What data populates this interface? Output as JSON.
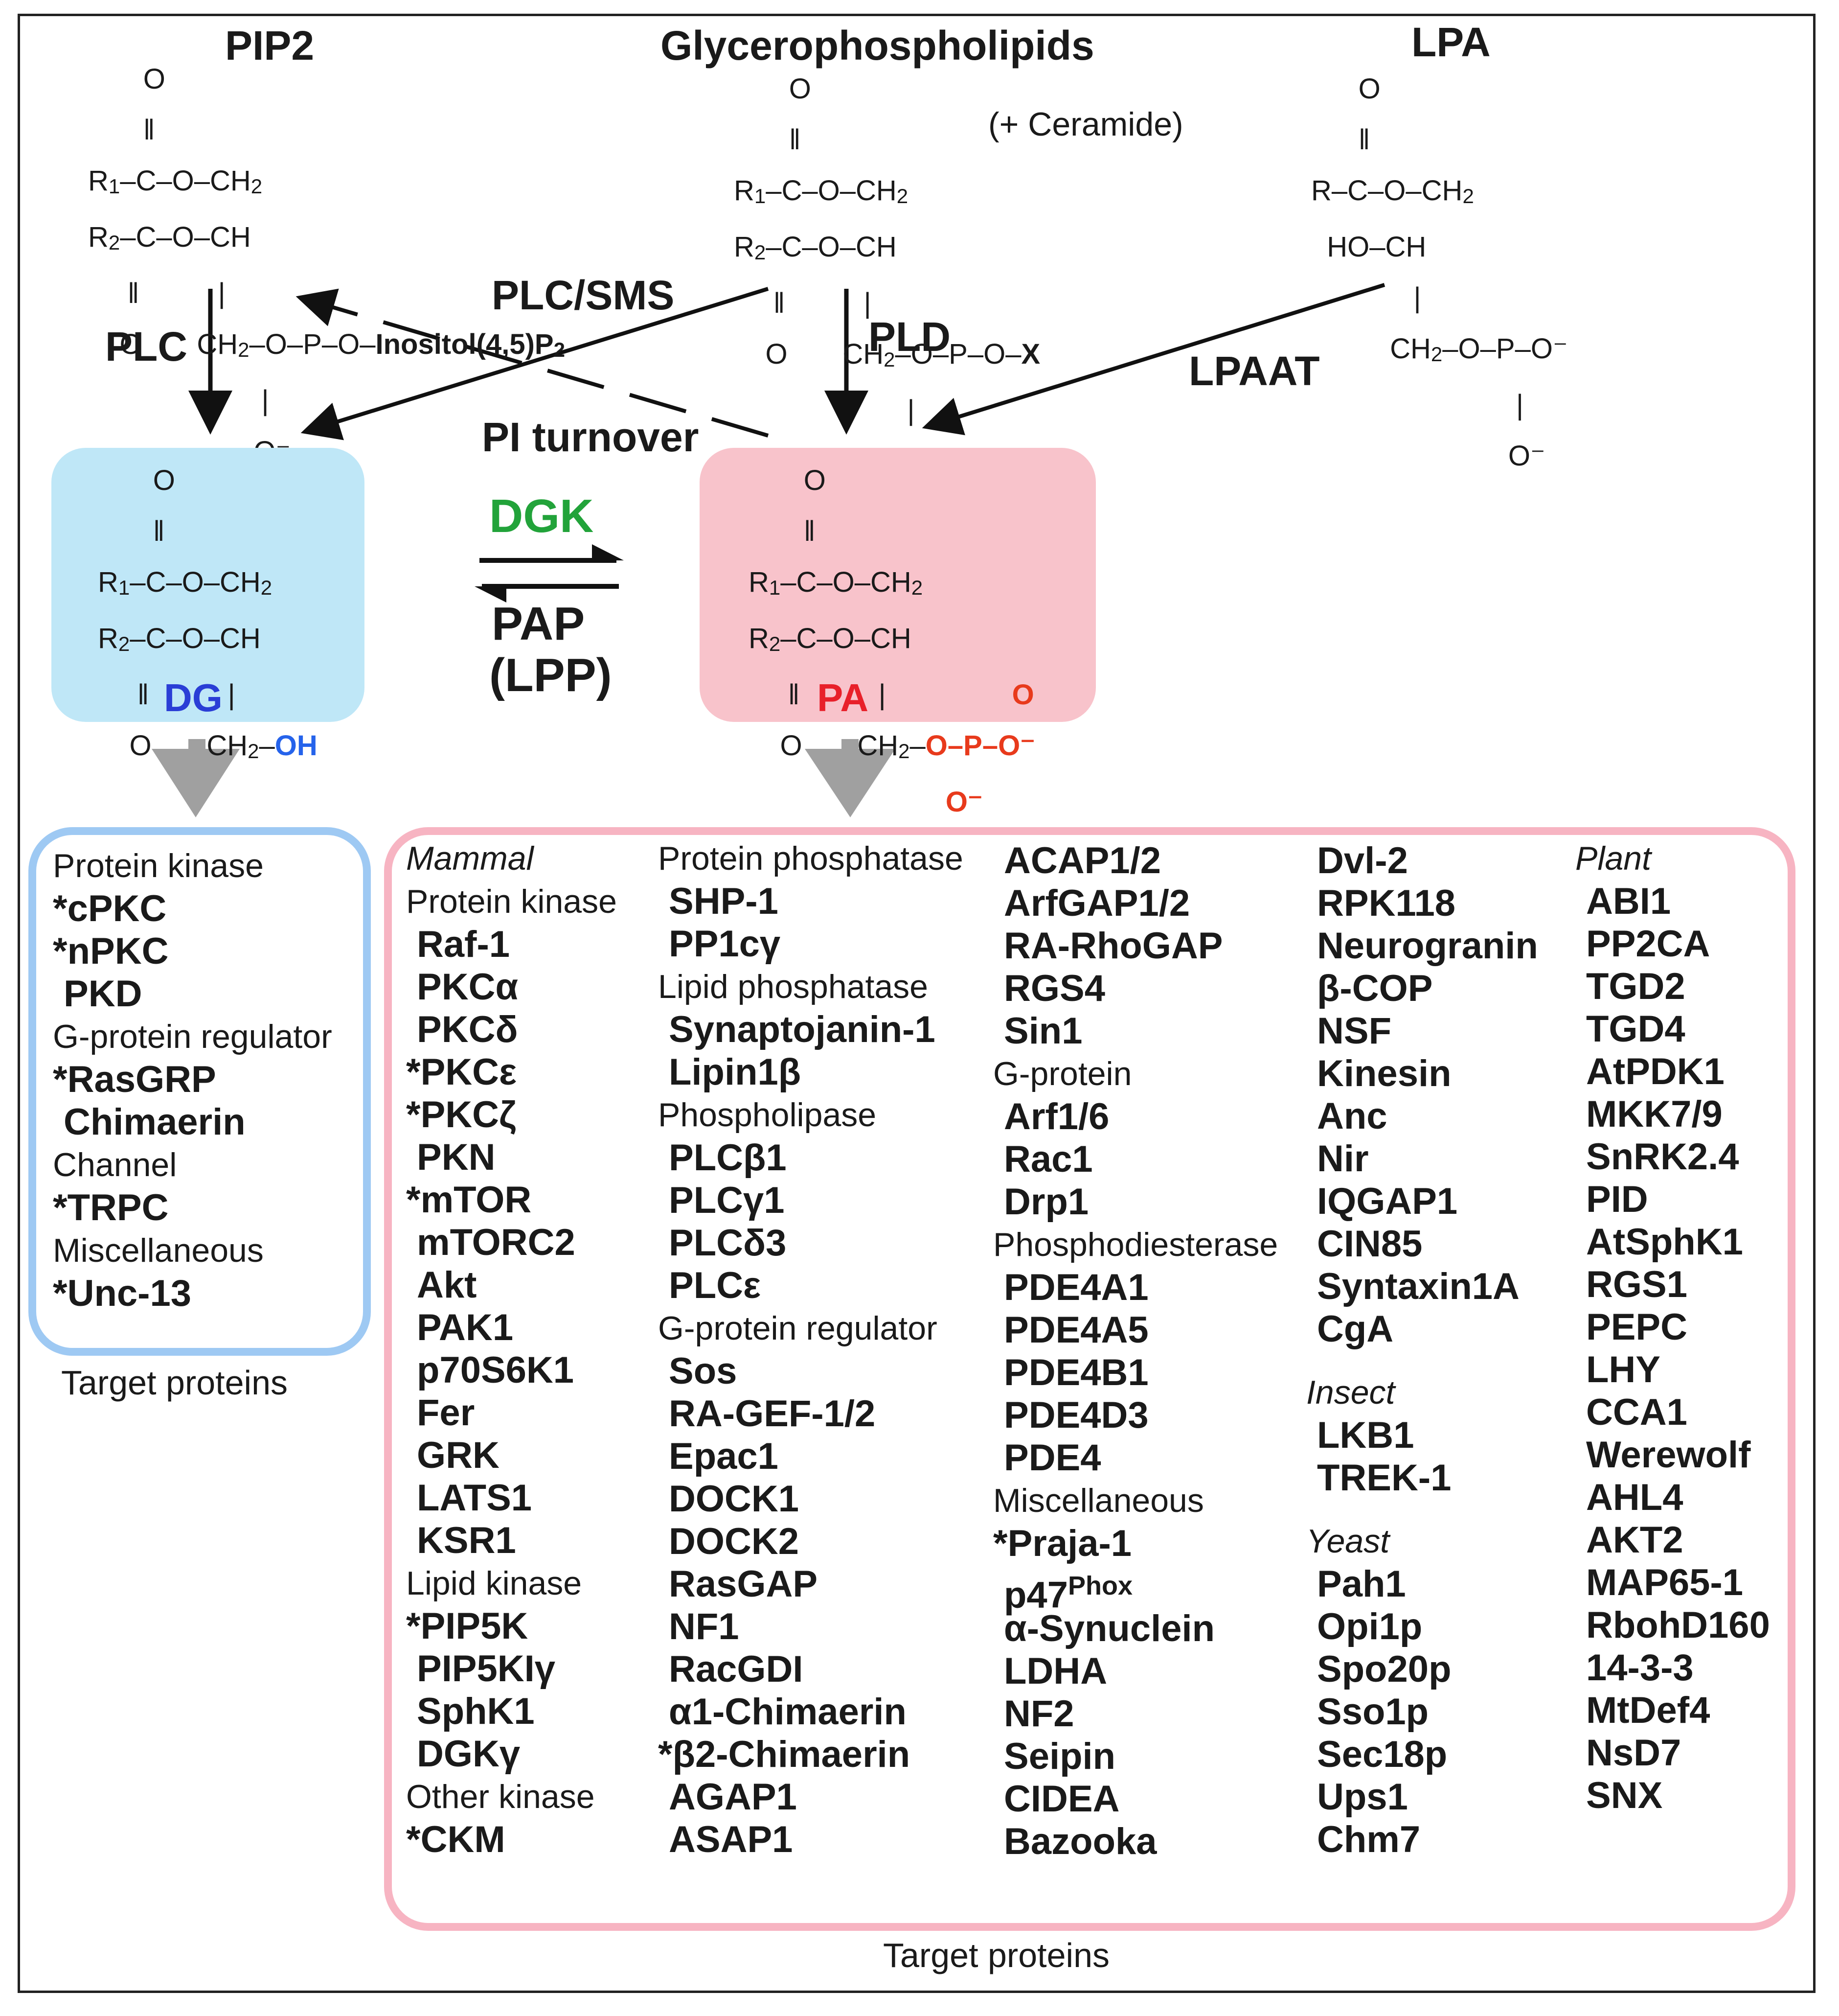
{
  "sources": {
    "pip2": {
      "title": "PIP2",
      "lines": [
        "        O",
        "        ‖",
        "R1–C–O–CH2",
        "R2–C–O–CH",
        "    ‖        |",
        "    O     CH2–O–P–O–Inositol(4,5)P2",
        "                          |",
        "                         O⁻"
      ]
    },
    "glycero": {
      "title": "Glycerophospholipids",
      "note": "(+ Ceramide)",
      "tail": "CH2–O–P–O–X"
    },
    "lpa": {
      "title": "LPA",
      "tail": "CH2–O–P–O⁻"
    }
  },
  "enzymes": {
    "plc": "PLC",
    "plc_sms": "PLC/SMS",
    "pld": "PLD",
    "lpaat": "LPAAT",
    "pi_turnover": "PI turnover",
    "dgk": "DGK",
    "pap": "PAP",
    "lpp": "(LPP)"
  },
  "products": {
    "dg": {
      "label": "DG",
      "head": "CH2–",
      "oh": "OH"
    },
    "pa": {
      "label": "PA",
      "head": "CH2–",
      "phosphate": "O–P–O⁻"
    }
  },
  "colors": {
    "dg_box": "#bfe7f7",
    "pa_box": "#f8c3cb",
    "dg_text": "#2a3ed6",
    "pa_text": "#e8202a",
    "dgk_text": "#22a33a",
    "oh_text": "#2563eb",
    "phosphate_text": "#e83a1c"
  },
  "dg_targets": {
    "caption": "Target proteins",
    "items": [
      {
        "t": "c",
        "v": "Protein kinase"
      },
      {
        "t": "s",
        "v": "*cPKC"
      },
      {
        "t": "s",
        "v": "*nPKC"
      },
      {
        "t": "p",
        "v": "PKD"
      },
      {
        "t": "c",
        "v": "G-protein regulator"
      },
      {
        "t": "s",
        "v": "*RasGRP"
      },
      {
        "t": "p",
        "v": "Chimaerin"
      },
      {
        "t": "c",
        "v": "Channel"
      },
      {
        "t": "s",
        "v": "*TRPC"
      },
      {
        "t": "c",
        "v": "Miscellaneous"
      },
      {
        "t": "s",
        "v": "*Unc-13"
      }
    ]
  },
  "pa_targets": {
    "caption": "Target proteins",
    "col1": [
      {
        "t": "ci",
        "v": "Mammal"
      },
      {
        "t": "c",
        "v": "Protein kinase"
      },
      {
        "t": "p",
        "v": "Raf-1"
      },
      {
        "t": "p",
        "v": "PKCα"
      },
      {
        "t": "p",
        "v": "PKCδ"
      },
      {
        "t": "s",
        "v": "*PKCε"
      },
      {
        "t": "s",
        "v": "*PKCζ"
      },
      {
        "t": "p",
        "v": "PKN"
      },
      {
        "t": "s",
        "v": "*mTOR"
      },
      {
        "t": "p",
        "v": "mTORC2"
      },
      {
        "t": "p",
        "v": "Akt"
      },
      {
        "t": "p",
        "v": "PAK1"
      },
      {
        "t": "p",
        "v": "p70S6K1"
      },
      {
        "t": "p",
        "v": "Fer"
      },
      {
        "t": "p",
        "v": "GRK"
      },
      {
        "t": "p",
        "v": "LATS1"
      },
      {
        "t": "p",
        "v": "KSR1"
      },
      {
        "t": "c",
        "v": "Lipid kinase"
      },
      {
        "t": "s",
        "v": "*PIP5K"
      },
      {
        "t": "p",
        "v": "PIP5KIγ"
      },
      {
        "t": "p",
        "v": "SphK1"
      },
      {
        "t": "p",
        "v": "DGKγ"
      },
      {
        "t": "c",
        "v": "Other kinase"
      },
      {
        "t": "s",
        "v": "*CKM"
      }
    ],
    "col2": [
      {
        "t": "c",
        "v": "Protein phosphatase"
      },
      {
        "t": "p",
        "v": "SHP-1"
      },
      {
        "t": "p",
        "v": "PP1cγ"
      },
      {
        "t": "c",
        "v": "Lipid phosphatase"
      },
      {
        "t": "p",
        "v": "Synaptojanin-1"
      },
      {
        "t": "p",
        "v": "Lipin1β"
      },
      {
        "t": "c",
        "v": "Phospholipase"
      },
      {
        "t": "p",
        "v": "PLCβ1"
      },
      {
        "t": "p",
        "v": "PLCγ1"
      },
      {
        "t": "p",
        "v": "PLCδ3"
      },
      {
        "t": "p",
        "v": "PLCε"
      },
      {
        "t": "c",
        "v": "G-protein regulator"
      },
      {
        "t": "p",
        "v": "Sos"
      },
      {
        "t": "p",
        "v": "RA-GEF-1/2"
      },
      {
        "t": "p",
        "v": "Epac1"
      },
      {
        "t": "p",
        "v": "DOCK1"
      },
      {
        "t": "p",
        "v": "DOCK2"
      },
      {
        "t": "p",
        "v": "RasGAP"
      },
      {
        "t": "p",
        "v": "NF1"
      },
      {
        "t": "p",
        "v": "RacGDI"
      },
      {
        "t": "p",
        "v": "α1-Chimaerin"
      },
      {
        "t": "s",
        "v": "*β2-Chimaerin"
      },
      {
        "t": "p",
        "v": "AGAP1"
      },
      {
        "t": "p",
        "v": "ASAP1"
      }
    ],
    "col3": [
      {
        "t": "p",
        "v": "ACAP1/2"
      },
      {
        "t": "p",
        "v": "ArfGAP1/2"
      },
      {
        "t": "p",
        "v": "RA-RhoGAP"
      },
      {
        "t": "p",
        "v": "RGS4"
      },
      {
        "t": "p",
        "v": "Sin1"
      },
      {
        "t": "c",
        "v": "G-protein"
      },
      {
        "t": "p",
        "v": "Arf1/6"
      },
      {
        "t": "p",
        "v": "Rac1"
      },
      {
        "t": "p",
        "v": "Drp1"
      },
      {
        "t": "c",
        "v": "Phosphodiesterase"
      },
      {
        "t": "p",
        "v": "PDE4A1"
      },
      {
        "t": "p",
        "v": "PDE4A5"
      },
      {
        "t": "p",
        "v": "PDE4B1"
      },
      {
        "t": "p",
        "v": "PDE4D3"
      },
      {
        "t": "p",
        "v": "PDE4"
      },
      {
        "t": "c",
        "v": "Miscellaneous"
      },
      {
        "t": "s",
        "v": "*Praja-1"
      },
      {
        "t": "p",
        "v": "p47Phox"
      },
      {
        "t": "p",
        "v": "α-Synuclein"
      },
      {
        "t": "p",
        "v": "LDHA"
      },
      {
        "t": "p",
        "v": "NF2"
      },
      {
        "t": "p",
        "v": "Seipin"
      },
      {
        "t": "p",
        "v": "CIDEA"
      },
      {
        "t": "p",
        "v": "Bazooka"
      }
    ],
    "col4": [
      {
        "t": "p",
        "v": "Dvl-2"
      },
      {
        "t": "p",
        "v": "RPK118"
      },
      {
        "t": "p",
        "v": "Neurogranin"
      },
      {
        "t": "p",
        "v": "β-COP"
      },
      {
        "t": "p",
        "v": "NSF"
      },
      {
        "t": "p",
        "v": "Kinesin"
      },
      {
        "t": "p",
        "v": "Anc"
      },
      {
        "t": "p",
        "v": "Nir"
      },
      {
        "t": "p",
        "v": "IQGAP1"
      },
      {
        "t": "p",
        "v": "CIN85"
      },
      {
        "t": "p",
        "v": "Syntaxin1A"
      },
      {
        "t": "p",
        "v": "CgA"
      },
      {
        "t": "g",
        "v": ""
      },
      {
        "t": "ci",
        "v": "Insect"
      },
      {
        "t": "p",
        "v": "LKB1"
      },
      {
        "t": "p",
        "v": "TREK-1"
      },
      {
        "t": "g",
        "v": ""
      },
      {
        "t": "ci",
        "v": "Yeast"
      },
      {
        "t": "p",
        "v": "Pah1"
      },
      {
        "t": "p",
        "v": "Opi1p"
      },
      {
        "t": "p",
        "v": "Spo20p"
      },
      {
        "t": "p",
        "v": "Sso1p"
      },
      {
        "t": "p",
        "v": "Sec18p"
      },
      {
        "t": "p",
        "v": "Ups1"
      },
      {
        "t": "p",
        "v": "Chm7"
      }
    ],
    "col5": [
      {
        "t": "ci",
        "v": "Plant"
      },
      {
        "t": "p",
        "v": "ABI1"
      },
      {
        "t": "p",
        "v": "PP2CA"
      },
      {
        "t": "p",
        "v": "TGD2"
      },
      {
        "t": "p",
        "v": "TGD4"
      },
      {
        "t": "p",
        "v": "AtPDK1"
      },
      {
        "t": "p",
        "v": "MKK7/9"
      },
      {
        "t": "p",
        "v": "SnRK2.4"
      },
      {
        "t": "p",
        "v": "PID"
      },
      {
        "t": "p",
        "v": "AtSphK1"
      },
      {
        "t": "p",
        "v": "RGS1"
      },
      {
        "t": "p",
        "v": "PEPC"
      },
      {
        "t": "p",
        "v": "LHY"
      },
      {
        "t": "p",
        "v": "CCA1"
      },
      {
        "t": "p",
        "v": "Werewolf"
      },
      {
        "t": "p",
        "v": "AHL4"
      },
      {
        "t": "p",
        "v": "AKT2"
      },
      {
        "t": "p",
        "v": "MAP65-1"
      },
      {
        "t": "p",
        "v": "RbohD160"
      },
      {
        "t": "p",
        "v": "14-3-3"
      },
      {
        "t": "p",
        "v": "MtDef4"
      },
      {
        "t": "p",
        "v": "NsD7"
      },
      {
        "t": "p",
        "v": "SNX"
      }
    ]
  }
}
